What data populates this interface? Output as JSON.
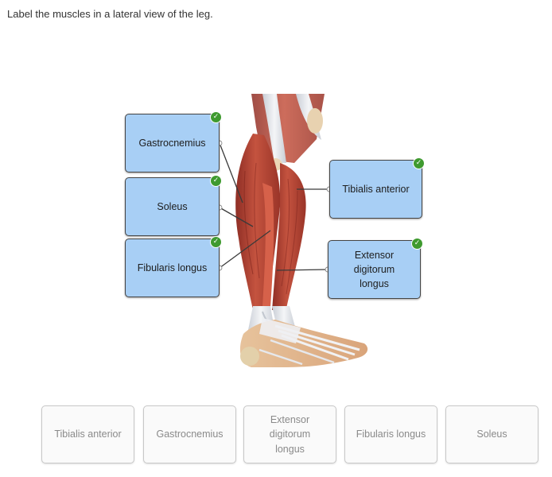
{
  "prompt": "Label the muscles in a lateral view of the leg.",
  "placed_labels": [
    {
      "text": "Gastrocnemius",
      "correct": true
    },
    {
      "text": "Soleus",
      "correct": true
    },
    {
      "text": "Fibularis longus",
      "correct": true
    },
    {
      "text": "Tibialis anterior",
      "correct": true
    },
    {
      "text": "Extensor\ndigitorum\nlongus",
      "correct": true
    }
  ],
  "word_bank": [
    "Tibialis anterior",
    "Gastrocnemius",
    "Extensor\ndigitorum\nlongus",
    "Fibularis longus",
    "Soleus"
  ],
  "colors": {
    "label_fill": "#a8cff5",
    "check": "#3f9a2f",
    "muscle": "#b8483a",
    "tendon": "#e4e6ea",
    "bank_text": "#8a8a8a"
  }
}
